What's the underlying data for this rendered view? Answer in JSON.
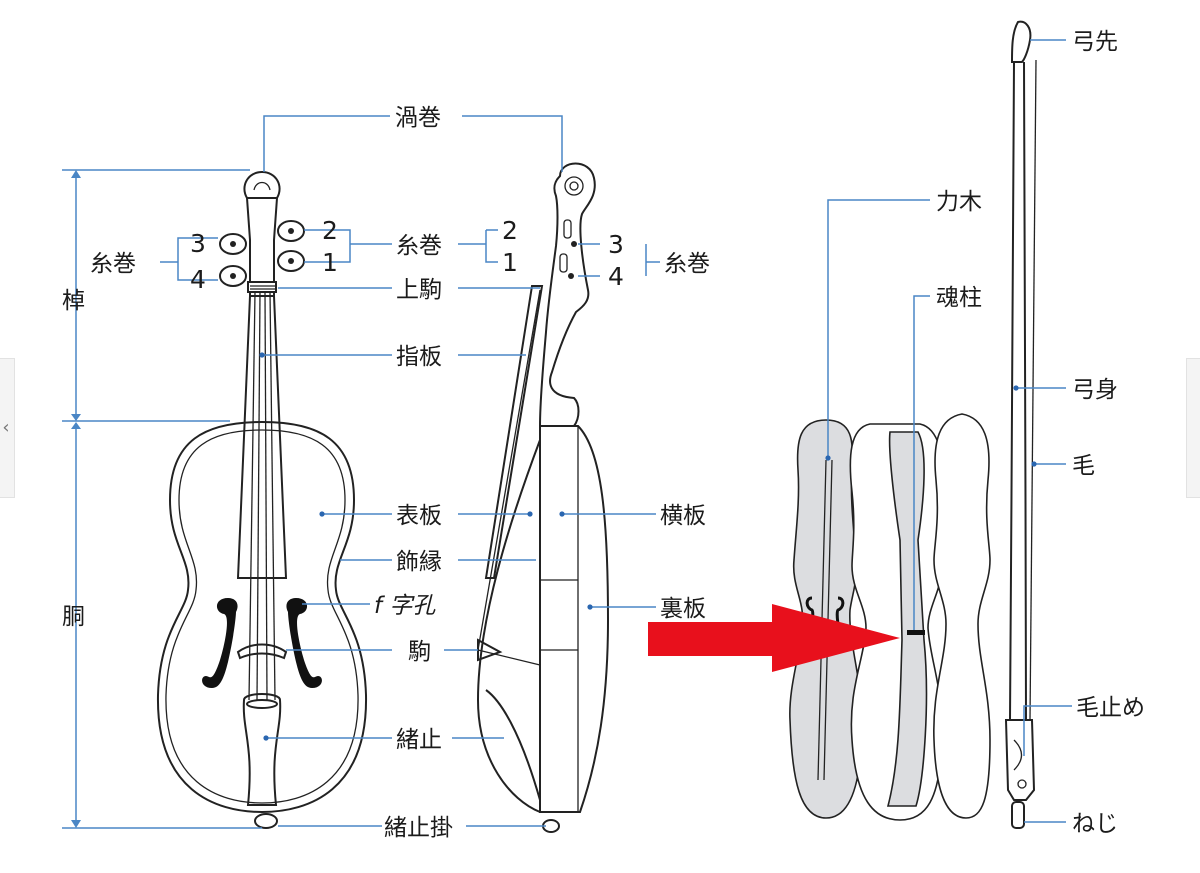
{
  "labels": {
    "uzumaki": "渦巻",
    "itomaki_left": "糸巻",
    "itomaki_center": "糸巻",
    "itomaki_right": "糸巻",
    "kamikoma": "上駒",
    "yubiita": "指板",
    "omoteita": "表板",
    "yokoita": "横板",
    "kazaribuchi": "飾縁",
    "fjikou": "f 字孔",
    "uraita": "裏板",
    "koma": "駒",
    "oshidome": "緒止",
    "oshidomekake": "緒止掛",
    "sao": "棹",
    "dou": "胴",
    "chikaragi": "力木",
    "konbashira": "魂柱",
    "yumisaki": "弓先",
    "yumimi": "弓身",
    "ke": "毛",
    "ketome": "毛止め",
    "neji": "ねじ"
  },
  "pegs": {
    "front_left_top": "3",
    "front_left_bottom": "4",
    "front_right_top": "2",
    "front_right_bottom": "1",
    "side_left_top": "2",
    "side_left_bottom": "1",
    "side_right_top": "3",
    "side_right_bottom": "4"
  },
  "nav": {
    "prev": "‹"
  },
  "colors": {
    "leader": "#4a86c5",
    "arrow": "#e8101c"
  }
}
